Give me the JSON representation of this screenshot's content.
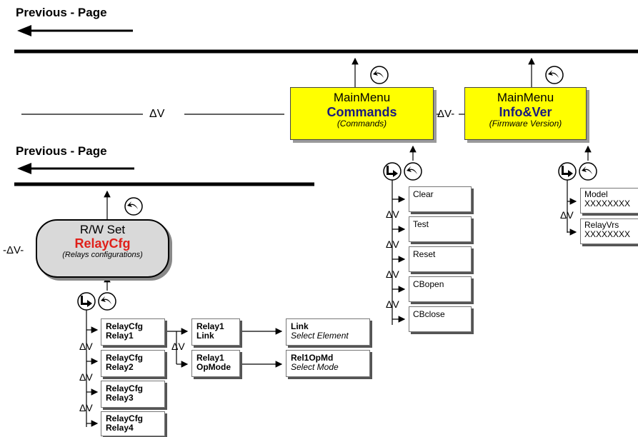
{
  "header_top": {
    "label": "Previous - Page"
  },
  "header_left": {
    "label": "Previous - Page"
  },
  "nav_symbol": "ΔV",
  "nav_symbol_dashed": "-ΔV-",
  "main_commands": {
    "line1": "MainMenu",
    "line2": "Commands",
    "line3": "(Commands)"
  },
  "main_info": {
    "line1": "MainMenu",
    "line2": "Info&Ver",
    "line3": "(Firmware Version)"
  },
  "commands_items": [
    "Clear",
    "Test",
    "Reset",
    "CBopen",
    "CBclose"
  ],
  "info_items": [
    {
      "title": "Model",
      "value": "XXXXXXXX"
    },
    {
      "title": "RelayVrs",
      "value": "XXXXXXXX"
    }
  ],
  "rw_set": {
    "line1": "R/W Set",
    "line2": "RelayCfg",
    "line3": "(Relays configurations)"
  },
  "relay_items": [
    {
      "l1": "RelayCfg",
      "l2": "Relay1"
    },
    {
      "l1": "RelayCfg",
      "l2": "Relay2"
    },
    {
      "l1": "RelayCfg",
      "l2": "Relay3"
    },
    {
      "l1": "RelayCfg",
      "l2": "Relay4"
    }
  ],
  "relay1_items": [
    {
      "l1": "Relay1",
      "l2": "Link"
    },
    {
      "l1": "Relay1",
      "l2": "OpMode"
    }
  ],
  "select_items": [
    {
      "l1": "Link",
      "l2": "Select Element"
    },
    {
      "l1": "Rel1OpMd",
      "l2": "Select Mode"
    }
  ],
  "colors": {
    "menu_yellow": "#ffff00",
    "title_navy": "#1a1a80",
    "title_red": "#e0201a",
    "rw_grey": "#d9d9d9"
  },
  "icons": {
    "back": "return-arrow-icon",
    "enter": "enter-arrow-icon"
  }
}
